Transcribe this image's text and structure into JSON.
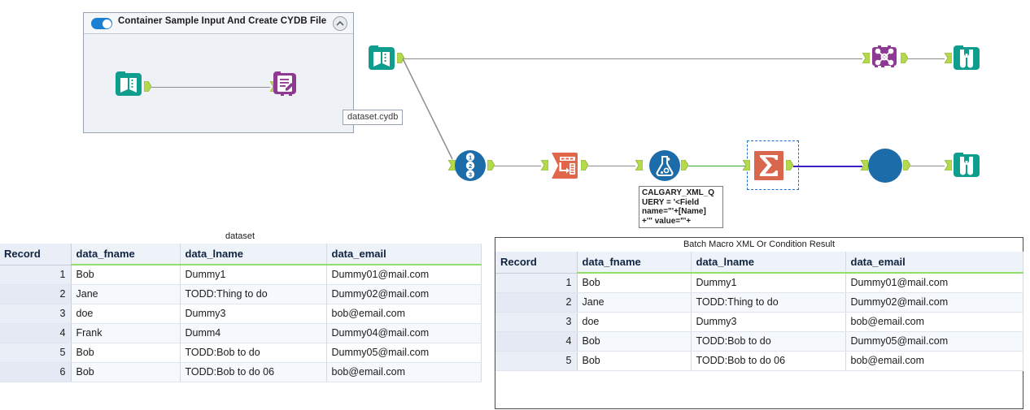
{
  "container": {
    "title": "Container Sample Input And Create CYDB File",
    "toggle_state": "on",
    "collapse_icon": "chevron-up-icon",
    "file_label": "dataset.cydb",
    "nodes": [
      {
        "name": "input-data-tool",
        "icon": "book-icon",
        "color": "#0f9e8e"
      },
      {
        "name": "calgary-loader-tool",
        "icon": "document-edit-icon",
        "color": "#8e3a92"
      }
    ]
  },
  "workflow": {
    "annotation": "CALGARY_XML_QUERY = '<Field name=\"'+[Name]+'\" value=\"'+",
    "annotation_lines": [
      "CALGARY_XML_Q",
      "UERY = '<Field",
      "name=\"'+[Name]",
      "+'\" value=\"'+"
    ],
    "top_row": [
      {
        "name": "input-data-tool",
        "icon": "book-icon",
        "color": "#0f9e8e"
      },
      {
        "name": "batch-macro-tool",
        "icon": "macro-network-icon",
        "color": "#8e3a92"
      },
      {
        "name": "browse-tool",
        "icon": "binoculars-icon",
        "color": "#0f9e8e"
      }
    ],
    "bottom_row": [
      {
        "name": "record-id-tool",
        "icon": "numbers-123-icon",
        "color": "#1b6ca8"
      },
      {
        "name": "transpose-tool",
        "icon": "transpose-arrow-icon",
        "color": "#e2674a"
      },
      {
        "name": "formula-tool",
        "icon": "flask-icon",
        "color": "#1b6ca8"
      },
      {
        "name": "summarize-tool",
        "icon": "sigma-icon",
        "color": "#d9674e",
        "selected": true
      },
      {
        "name": "union-tool",
        "icon": "filled-circle-icon",
        "color": "#1b6ca8"
      },
      {
        "name": "browse-tool",
        "icon": "binoculars-icon",
        "color": "#0f9e8e"
      }
    ]
  },
  "grids": [
    {
      "id": "dataset-grid",
      "title": "dataset",
      "columns": [
        "Record",
        "data_fname",
        "data_lname",
        "data_email"
      ],
      "rows": [
        [
          "1",
          "Bob",
          "Dummy1",
          "Dummy01@mail.com"
        ],
        [
          "2",
          "Jane",
          "TODD:Thing to do",
          "Dummy02@mail.com"
        ],
        [
          "3",
          "doe",
          "Dummy3",
          "bob@email.com"
        ],
        [
          "4",
          "Frank",
          "Dumm4",
          "Dummy04@mail.com"
        ],
        [
          "5",
          "Bob",
          "TODD:Bob to do",
          "Dummy05@mail.com"
        ],
        [
          "6",
          "Bob",
          "TODD:Bob to do 06",
          "bob@email.com"
        ]
      ]
    },
    {
      "id": "batch-macro-result-grid",
      "title": "Batch Macro XML Or Condition Result",
      "columns": [
        "Record",
        "data_fname",
        "data_lname",
        "data_email"
      ],
      "rows": [
        [
          "1",
          "Bob",
          "Dummy1",
          "Dummy01@mail.com"
        ],
        [
          "2",
          "Jane",
          "TODD:Thing to do",
          "Dummy02@mail.com"
        ],
        [
          "3",
          "doe",
          "Dummy3",
          "bob@email.com"
        ],
        [
          "4",
          "Bob",
          "TODD:Bob to do",
          "Dummy05@mail.com"
        ],
        [
          "5",
          "Bob",
          "TODD:Bob to do 06",
          "bob@email.com"
        ]
      ]
    }
  ],
  "colors": {
    "teal": "#0f9e8e",
    "purple": "#8e3a92",
    "blue": "#1b6ca8",
    "orange": "#e2674a",
    "anchor_green": "#b4d94c",
    "wire_grey": "#8d8d8d",
    "wire_blue": "#3a1fc8",
    "wire_green": "#3aa13a",
    "selection": "#1f6fd0"
  }
}
